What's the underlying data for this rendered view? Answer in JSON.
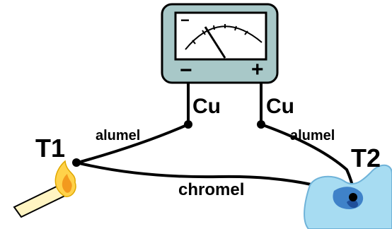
{
  "meter": {
    "minus_top": "−",
    "minus_bottom": "−",
    "plus_bottom": "+"
  },
  "labels": {
    "cu_left": "Cu",
    "cu_right": "Cu",
    "alumel_left": "alumel",
    "alumel_right": "alumel",
    "chromel": "chromel",
    "t1": "T1",
    "t2": "T2"
  },
  "colors": {
    "meter_body": "#a8c8c8",
    "meter_face": "#ffffff",
    "wire": "#000000",
    "flame_outer": "#ffd24a",
    "flame_inner": "#f39a1e",
    "match_stick": "#fff4c2",
    "ice": "#a7dcf2",
    "ice_dark": "#3f82c9"
  }
}
